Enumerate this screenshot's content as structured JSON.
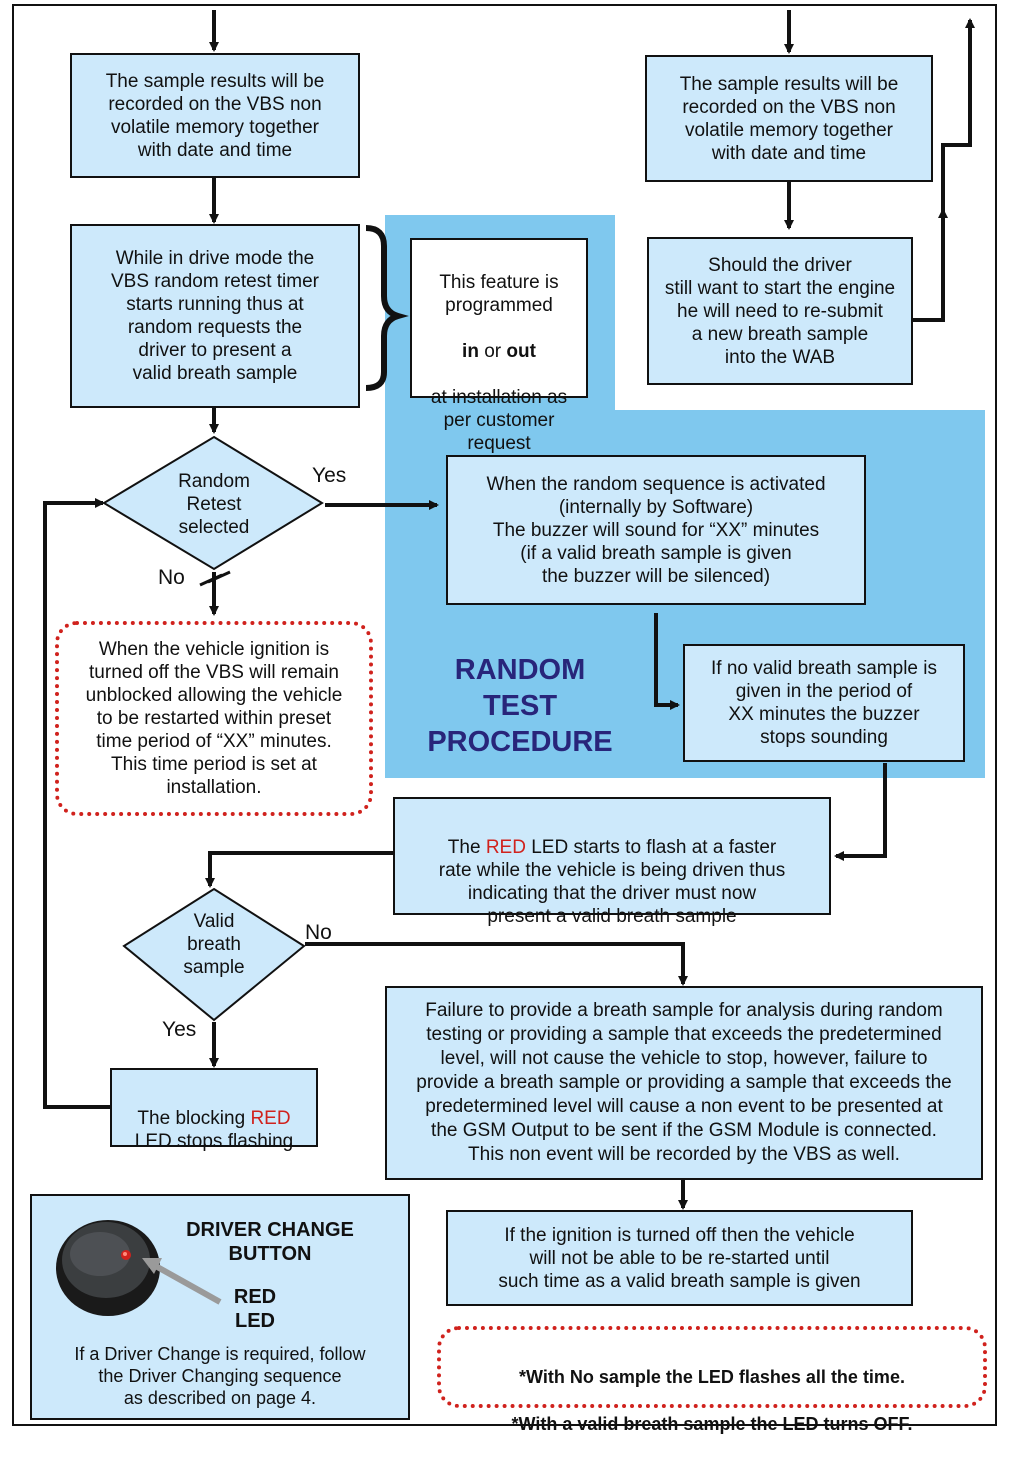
{
  "boxes": {
    "record_left": "The sample results will be\nrecorded on the VBS non\nvolatile memory together\nwith date and time",
    "record_right": "The sample results will be\nrecorded on the VBS non\nvolatile memory together\nwith date and time",
    "retest_timer": "While in drive mode the\nVBS random retest timer\nstarts running thus at\nrandom requests the\ndriver to present a\nvalid breath sample",
    "feature_pre": "This feature is\nprogrammed",
    "feature_in": "in",
    "feature_or": " or ",
    "feature_out": "out",
    "feature_post": "at installation as\nper customer\nrequest",
    "should_driver": "Should the driver\nstill want to start the engine\nhe will need to re-submit\na new breath sample\ninto the WAB",
    "random_seq": "When the random sequence is activated\n(internally by Software)\nThe buzzer will sound for “XX” minutes\n(if a valid breath sample is given\nthe buzzer will be silenced)",
    "no_valid": "If no valid breath sample is\ngiven in the period of\nXX minutes the buzzer\nstops sounding",
    "red_flash_pre": "The ",
    "red_flash_red": "RED",
    "red_flash_post": " LED starts to flash at a faster\nrate while the vehicle is being driven thus\nindicating that the driver must now\npresent a valid breath sample",
    "blocking_pre": "The blocking ",
    "blocking_red": "RED",
    "blocking_post": "\nLED stops flashing",
    "failure": "Failure to provide a breath sample for analysis during random\ntesting or providing a sample that exceeds the predetermined\nlevel, will not cause the vehicle to stop, however, failure to\nprovide a breath sample or providing a sample that exceeds the\npredetermined level will cause a non event to be presented at\nthe GSM Output to be sent if the GSM Module is connected.\nThis non event will be recorded by the VBS as well.",
    "ignition_off": "If the ignition is turned off then the vehicle\nwill not be able to be re-started until\nsuch time as a valid breath sample is given"
  },
  "notes": {
    "ignition_unblocked": "When the vehicle ignition is\nturned off the VBS will remain\nunblocked allowing the vehicle\nto be restarted within preset\ntime period of “XX” minutes.\nThis time period is set at\ninstallation.",
    "led_line1": "*With No sample the LED flashes all the time.",
    "led_line2": "*With a valid breath sample the LED turns OFF."
  },
  "decisions": {
    "random_retest": "Random\nRetest\nselected",
    "valid_breath": "Valid\nbreath\nsample"
  },
  "labels": {
    "yes_top": "Yes",
    "no_top": "No",
    "no_mid": "No",
    "yes_mid": "Yes"
  },
  "random_title": "RANDOM\nTEST\nPROCEDURE",
  "driver_change": {
    "title": "DRIVER CHANGE\nBUTTON",
    "led_label": "RED\nLED",
    "instructions": "If a Driver Change is required, follow\nthe Driver Changing sequence\nas described on page 4."
  },
  "colors": {
    "box_fill": "#cde9fb",
    "panel_fill": "#7fc8ee",
    "red": "#d0221d",
    "title_navy": "#28257a"
  }
}
